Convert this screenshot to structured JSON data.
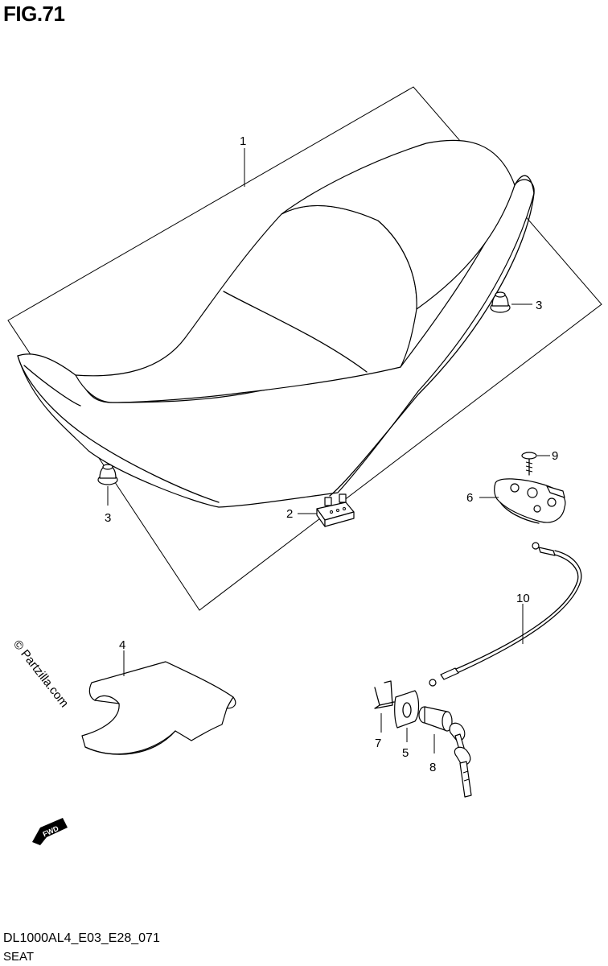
{
  "figure": {
    "title": "FIG.71",
    "model_code": "DL1000AL4_E03_E28_071",
    "section": "SEAT"
  },
  "watermark": "© Partzilla.com",
  "direction_marker": "FWD",
  "callouts": [
    {
      "id": "seat",
      "label": "1"
    },
    {
      "id": "bracket-2",
      "label": "2"
    },
    {
      "id": "cushion-right",
      "label": "3"
    },
    {
      "id": "cushion-left",
      "label": "3"
    },
    {
      "id": "tray",
      "label": "4"
    },
    {
      "id": "latch",
      "label": "5"
    },
    {
      "id": "plate",
      "label": "6"
    },
    {
      "id": "lock-set",
      "label": "7"
    },
    {
      "id": "clip",
      "label": "8"
    },
    {
      "id": "screw",
      "label": "9"
    },
    {
      "id": "cable",
      "label": "10"
    }
  ],
  "colors": {
    "line": "#000000",
    "background": "#ffffff"
  }
}
